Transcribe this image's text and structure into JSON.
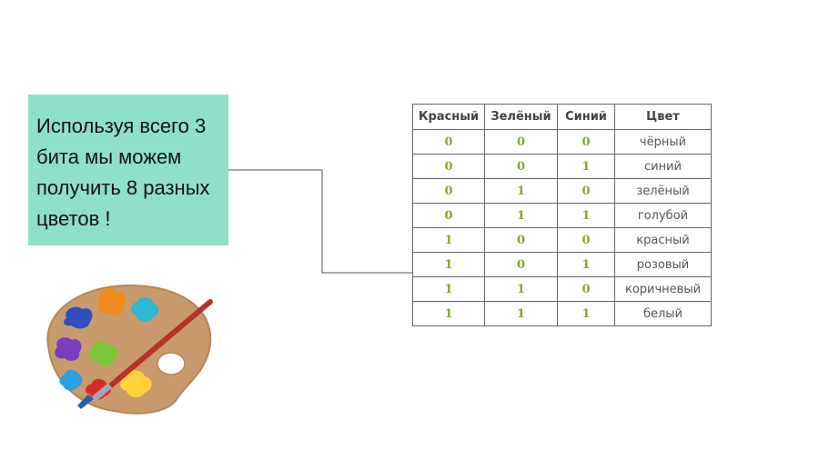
{
  "callout": {
    "lines": [
      "Используя всего 3",
      "бита мы можем",
      "получить 8 разных",
      "цветов !"
    ]
  },
  "table": {
    "headers": [
      "Красный",
      "Зелёный",
      "Синий",
      "Цвет"
    ],
    "rows": [
      [
        "0",
        "0",
        "0",
        "чёрный"
      ],
      [
        "0",
        "0",
        "1",
        "синий"
      ],
      [
        "0",
        "1",
        "0",
        "зелёный"
      ],
      [
        "0",
        "1",
        "1",
        "голубой"
      ],
      [
        "1",
        "0",
        "0",
        "красный"
      ],
      [
        "1",
        "0",
        "1",
        "розовый"
      ],
      [
        "1",
        "1",
        "0",
        "коричневый"
      ],
      [
        "1",
        "1",
        "1",
        "белый"
      ]
    ]
  },
  "palette": {
    "icon": "paint-palette-with-brush",
    "paint_colors": [
      "#2f4fc0",
      "#f08a1a",
      "#2bb7d6",
      "#7a3fbf",
      "#7cc63a",
      "#ffd23a",
      "#d62a2a",
      "#2f9fe0"
    ]
  }
}
